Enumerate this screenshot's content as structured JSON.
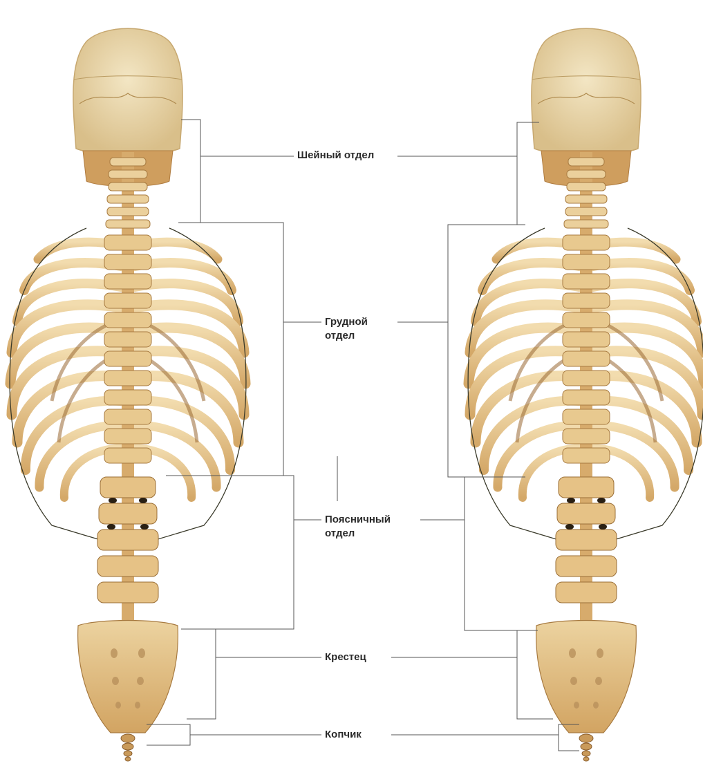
{
  "labels": {
    "cervical": "Шейный отдел",
    "thoracic_line1": "Грудной",
    "thoracic_line2": "отдел",
    "lumbar_line1": "Поясничный",
    "lumbar_line2": "отдел",
    "sacrum": "Крестец",
    "coccyx": "Копчик"
  },
  "colors": {
    "bone": "#e8c890",
    "bone_shadow": "#c89a5a",
    "bone_light": "#f4e2bc",
    "skull": "#ead8ae",
    "leader_line": "#555555",
    "outline": "#3a3a2a"
  }
}
